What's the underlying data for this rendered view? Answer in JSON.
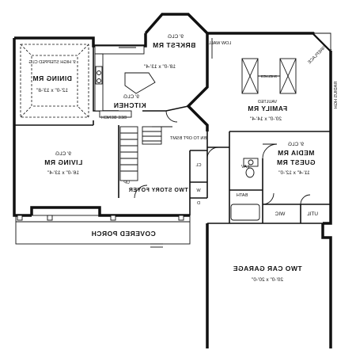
{
  "rooms": {
    "brkfst": {
      "ceiling": "9' CLG",
      "name": "BRKFST RM",
      "dims": "18'-0\" x 13'-4\""
    },
    "dining": {
      "ceiling": "9' HIGH STEPPED CLG",
      "name": "DINING RM",
      "dims": "12'-0\" x 13'-8\""
    },
    "kitchen": {
      "ceiling": "9' CLG",
      "name": "KITCHEN"
    },
    "family": {
      "ceiling": "VAULTED",
      "name": "FAMILY RM",
      "dims": "20'-0\" x 14'-4\""
    },
    "living": {
      "ceiling": "9' CLG",
      "name": "LIVING RM",
      "dims": "16'-0\" x 13'-4\""
    },
    "media": {
      "ceiling": "9' CLG",
      "name": "MEDIA RM",
      "alt_name": "GUEST RM",
      "dims": "11'-4\" x 12'-0\""
    },
    "foyer": {
      "name": "TWO STORY FOYER"
    },
    "garage": {
      "name": "TWO CAR GARAGE",
      "dims": "20'-0\" x 20'-0\""
    }
  },
  "labels": {
    "porch": "COVERED PORCH",
    "low_wall": "LOW WALL",
    "fireplace": "FIREPLACE",
    "radius_hgh": "RADIUS HGH",
    "open_below": "BN TO OPT BSMT",
    "bench": "BEE BENCH",
    "up": "UP",
    "lav": "LAV",
    "bath": "BATH",
    "wic": "WIC",
    "util": "UTIL",
    "cl": "CL",
    "w": "W",
    "d": "D",
    "shelves": "SHELVES"
  }
}
